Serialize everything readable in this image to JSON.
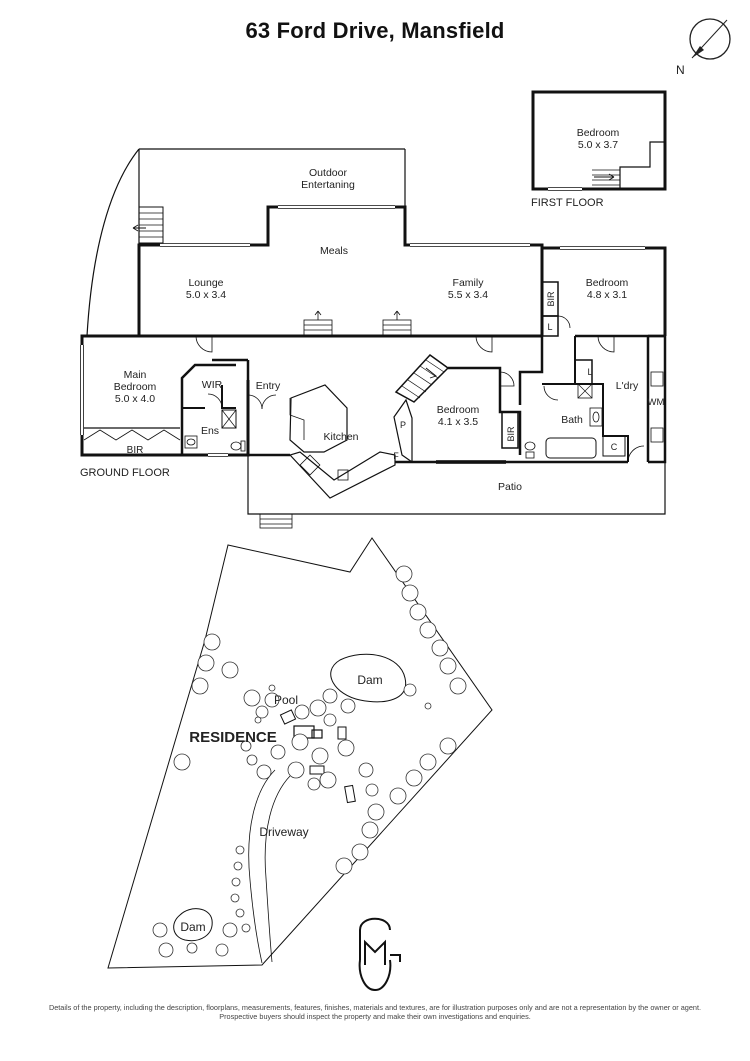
{
  "title": "63 Ford Drive, Mansfield",
  "compass": {
    "label": "N"
  },
  "first_floor": {
    "label": "FIRST FLOOR",
    "rooms": [
      {
        "name": "Bedroom",
        "size": "5.0 x 3.7"
      }
    ]
  },
  "ground_floor": {
    "label": "GROUND FLOOR",
    "outdoor": "Outdoor\nEntertaning",
    "rooms": {
      "meals": "Meals",
      "lounge": {
        "name": "Lounge",
        "size": "5.0 x 3.4"
      },
      "family": {
        "name": "Family",
        "size": "5.5 x 3.4"
      },
      "bedroom_ne": {
        "name": "Bedroom",
        "size": "4.8 x 3.1"
      },
      "main_bedroom": {
        "name": "Main\nBedroom",
        "size": "5.0 x 4.0"
      },
      "bedroom_mid": {
        "name": "Bedroom",
        "size": "4.1 x 3.5"
      },
      "wir": "WIR",
      "entry": "Entry",
      "kitchen": "Kitchen",
      "ens": "Ens",
      "bir": "BIR",
      "bath": "Bath",
      "laundry": "L'dry",
      "wm": "WM",
      "patio": "Patio",
      "l": "L",
      "p": "P",
      "f": "F",
      "c": "C"
    }
  },
  "site": {
    "labels": {
      "dam_north": "Dam",
      "dam_south": "Dam",
      "pool": "Pool",
      "residence": "RESIDENCE",
      "driveway": "Driveway"
    }
  },
  "logo": {
    "letters": "MG"
  },
  "disclaimer": [
    "Details of the property, including the description, floorplans, measurements, features, finishes, materials and textures, are for illustration purposes only and are not a representation by the owner or agent.",
    "Prospective buyers should inspect the property and make their own investigations and enquiries."
  ]
}
